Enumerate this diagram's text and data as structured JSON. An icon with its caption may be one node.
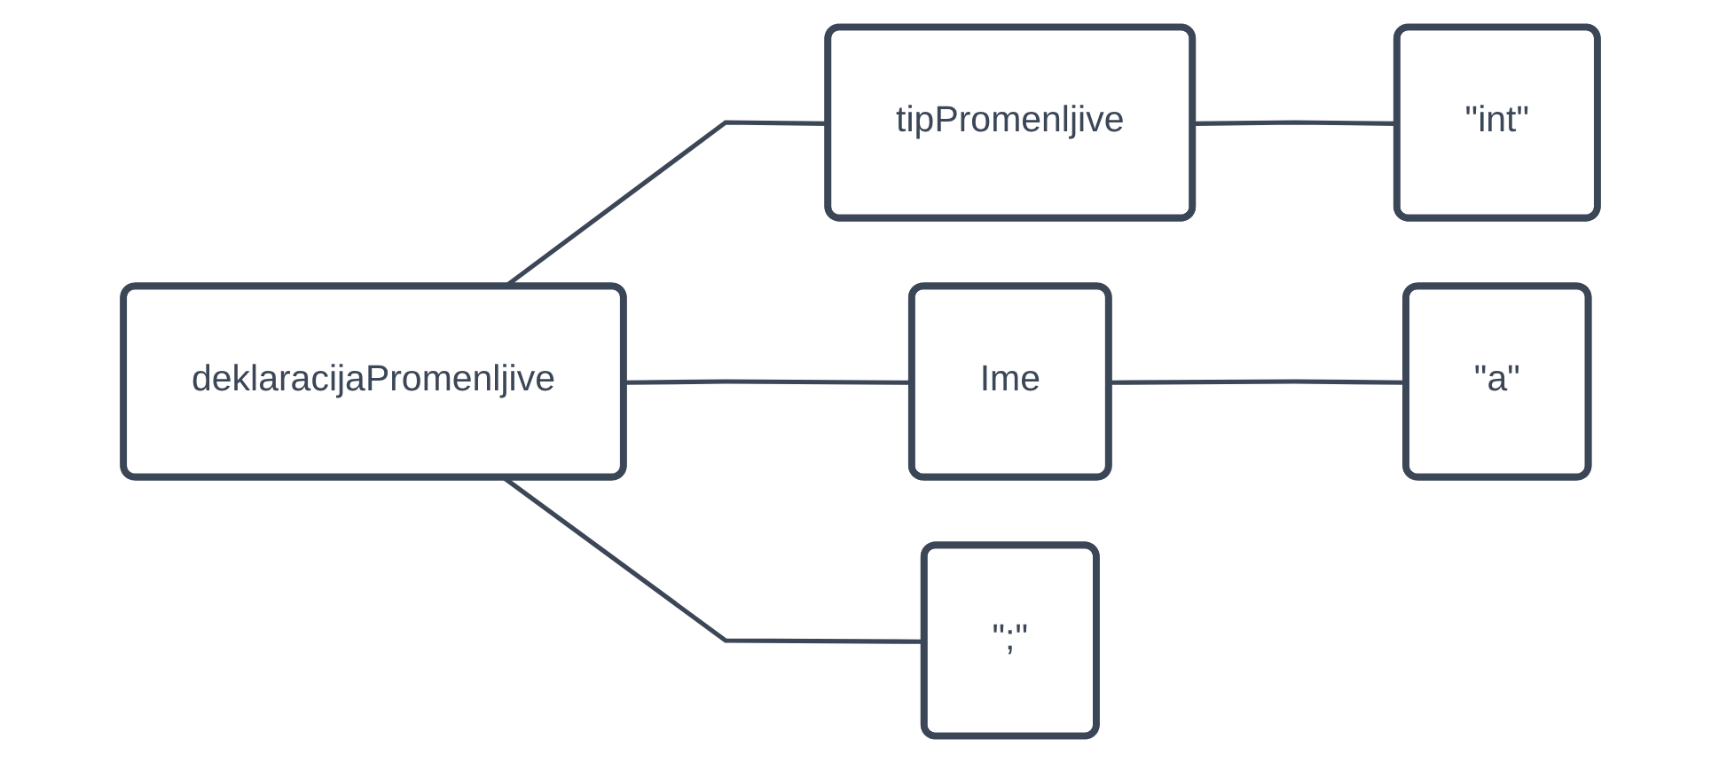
{
  "diagram": {
    "nodes": [
      {
        "text": [
          "deklaracijaPromenljive"
        ]
      },
      {
        "text": [
          "tipPromenljive"
        ]
      },
      {
        "text": [
          "\"int\""
        ]
      },
      {
        "text": [
          "Ime"
        ]
      },
      {
        "text": [
          "\"a\""
        ]
      },
      {
        "text": [
          "\";\""
        ]
      }
    ],
    "edges": [
      {
        "from": 0,
        "to": 1,
        "arrow": "none"
      },
      {
        "from": 1,
        "to": 2,
        "arrow": "none"
      },
      {
        "from": 0,
        "to": 3,
        "arrow": "none"
      },
      {
        "from": 3,
        "to": 4,
        "arrow": "none"
      },
      {
        "from": 0,
        "to": 5,
        "arrow": "none"
      }
    ]
  }
}
